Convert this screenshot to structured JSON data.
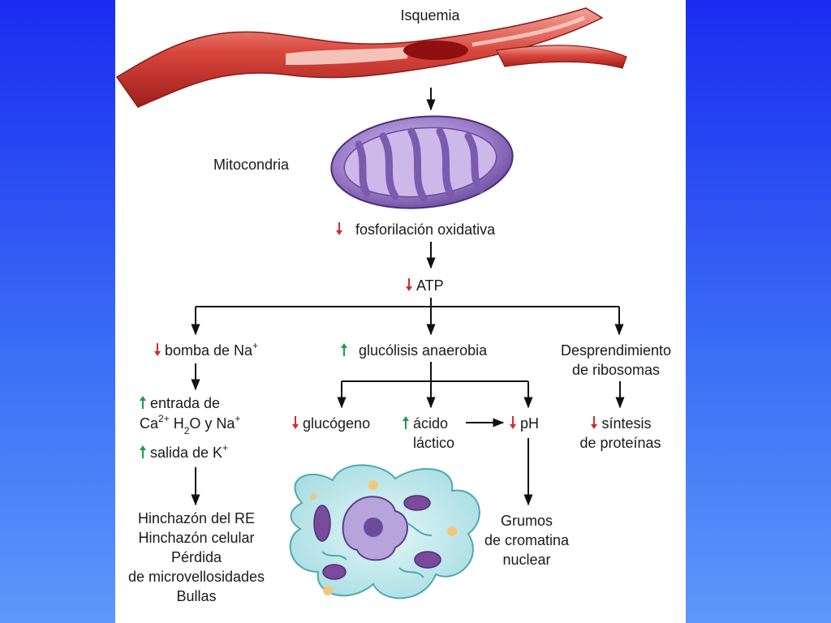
{
  "colors": {
    "background_top": "#1a2cf0",
    "background_bottom": "#5f97fb",
    "panel": "#ffffff",
    "arrow_down": "#d42a2a",
    "arrow_up": "#1f9a4a",
    "connector": "#111111"
  },
  "icons": {
    "vessel": "blood-vessel-illustration",
    "mitochondrion": "mitochondrion-illustration",
    "cell": "cell-illustration",
    "decrease": "red-down-arrow",
    "increase": "green-up-arrow"
  },
  "labels": {
    "isquemia": "Isquemia",
    "mitocondria": "Mitocondria",
    "fosforilacion": "fosforilación oxidativa",
    "atp": "ATP",
    "bomba": "bomba de Na",
    "bomba_sup": "+",
    "glucolisis": "glucólisis anaerobia",
    "desprendimiento_1": "Desprendimiento",
    "desprendimiento_2": "de ribosomas",
    "entrada_1": "entrada de",
    "entrada_ca": "Ca",
    "entrada_ca_sup": "2+",
    "entrada_h": "H",
    "entrada_h_sub": "2",
    "entrada_rest": "O y Na",
    "entrada_rest_sup": "+",
    "salida": "salida de K",
    "salida_sup": "+",
    "glucogeno": "glucógeno",
    "acido_1": "ácido",
    "acido_2": "láctico",
    "ph": "pH",
    "sintesis_1": "síntesis",
    "sintesis_2": "de proteínas",
    "hinchazon_re": "Hinchazón del RE",
    "hinchazon_cel": "Hinchazón celular",
    "perdida": "Pérdida",
    "microvellosidades": "de microvellosidades",
    "bullas": "Bullas",
    "grumos_1": "Grumos",
    "grumos_2": "de cromatina",
    "grumos_3": "nuclear"
  }
}
